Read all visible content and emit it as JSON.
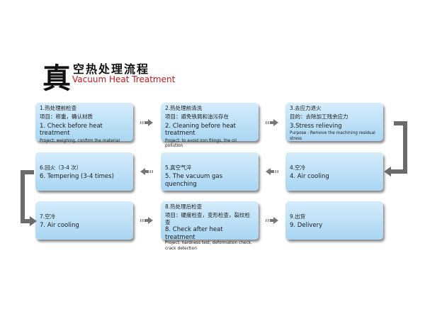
{
  "header": {
    "big_char": "真",
    "title_cn": "空热处理流程",
    "title_en": "Vacuum Heat Treatment"
  },
  "steps": [
    {
      "cn": "1.热处理前检查",
      "cn_detail": "项目：称重，确认材质",
      "en": "1. Check before heat treatment",
      "en_detail": "Project: weighing, confirm the material"
    },
    {
      "cn": "2.热处理前清洗",
      "cn_detail": "项目：避免铁屑和油污存在",
      "en": "2. Cleaning before heat treatment",
      "en_detail": "Project: to avoid iron filings, the oil pollution"
    },
    {
      "cn": "3.去应力退火",
      "cn_detail": "目的：去除加工残余应力",
      "en": "3.Stress relieving",
      "en_detail": "Purpose : Remove the machining residual stress"
    },
    {
      "cn": "4.空冷",
      "en": "4. Air cooling"
    },
    {
      "cn": "5.真空气淬",
      "en": "5. The vacuum gas quenching"
    },
    {
      "cn": "6.回火（3-4 次）",
      "en": "6. Tempering (3-4 times)"
    },
    {
      "cn": "7.空冷",
      "en": "7. Air cooling"
    },
    {
      "cn": "8.热处理后检查",
      "cn_detail": "项目：硬度检查，变形检查，裂纹检查",
      "en": "8. Check after heat treatment",
      "en_detail": "Project: hardness test, deformation check, crack detection"
    },
    {
      "cn": "9.出货",
      "en": "9. Delivery"
    }
  ],
  "colors": {
    "box": "#b8def6",
    "arrow": "#6b6b6b",
    "accent": "#c8161d"
  }
}
